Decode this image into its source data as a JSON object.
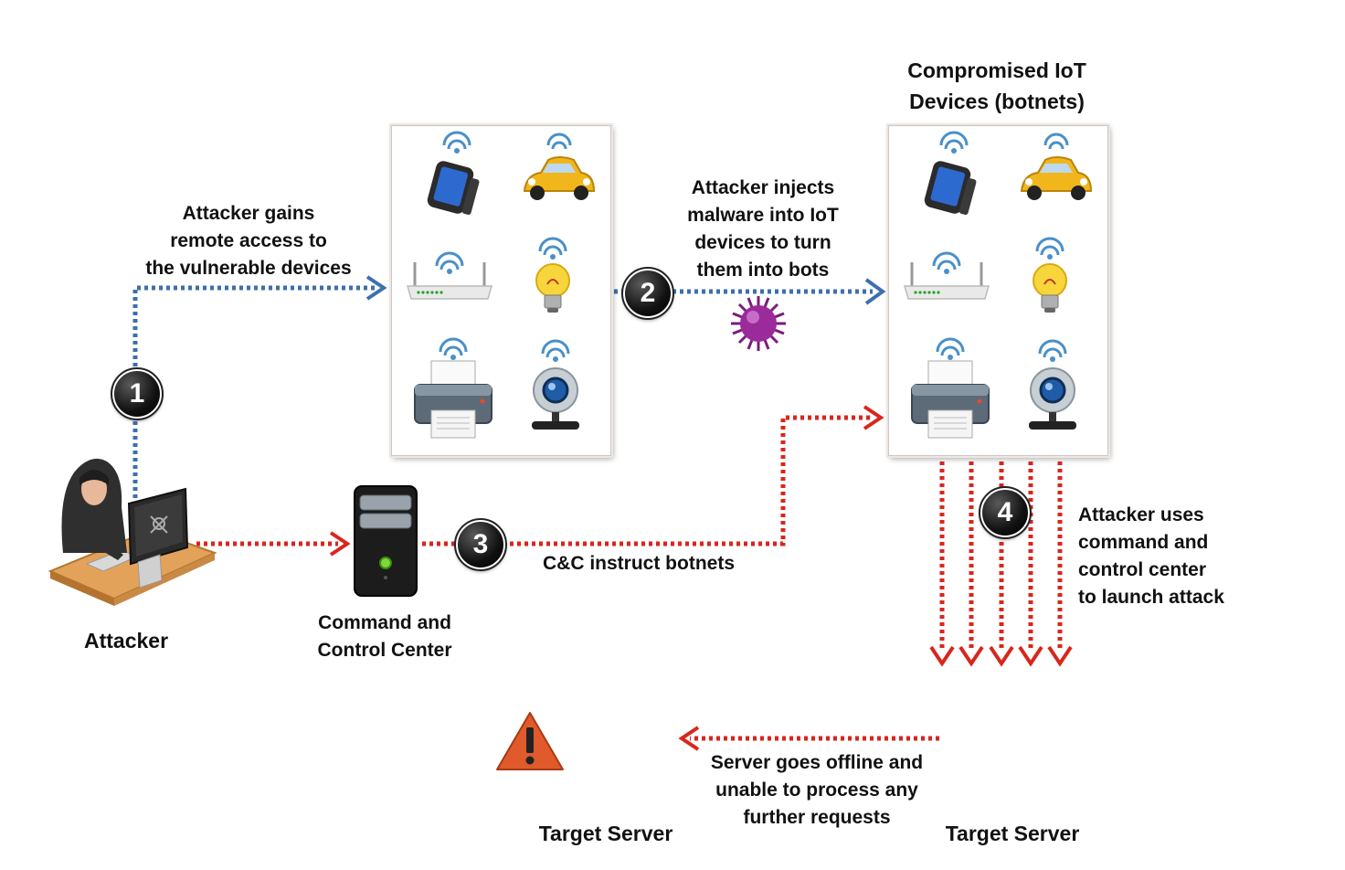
{
  "labels": {
    "compromised_title_line1": "Compromised IoT",
    "compromised_title_line2": "Devices (botnets)",
    "step1_line1": "Attacker gains",
    "step1_line2": "remote access to",
    "step1_line3": "the vulnerable devices",
    "step2_line1": "Attacker injects",
    "step2_line2": "malware into IoT",
    "step2_line3": "devices to turn",
    "step2_line4": "them into bots",
    "step3": "C&C instruct botnets",
    "step4_line1": "Attacker uses",
    "step4_line2": "command  and",
    "step4_line3": "control center",
    "step4_line4": "to launch attack",
    "attacker": "Attacker",
    "cc_line1": "Command  and",
    "cc_line2": "Control Center",
    "offline_line1": "Server goes offline and",
    "offline_line2": "unable to process any",
    "offline_line3": "further requests",
    "target_left": "Target Server",
    "target_right": "Target Server"
  },
  "badges": [
    "1",
    "2",
    "3",
    "4"
  ],
  "devices": [
    "smartwatch-icon",
    "car-icon",
    "router-icon",
    "lightbulb-icon",
    "printer-icon",
    "webcam-icon"
  ],
  "colors": {
    "blue_dots": "#3d6fae",
    "red_dots": "#d9261c",
    "server_steel": "#6b87a6",
    "warning_orange": "#e05a2b"
  }
}
